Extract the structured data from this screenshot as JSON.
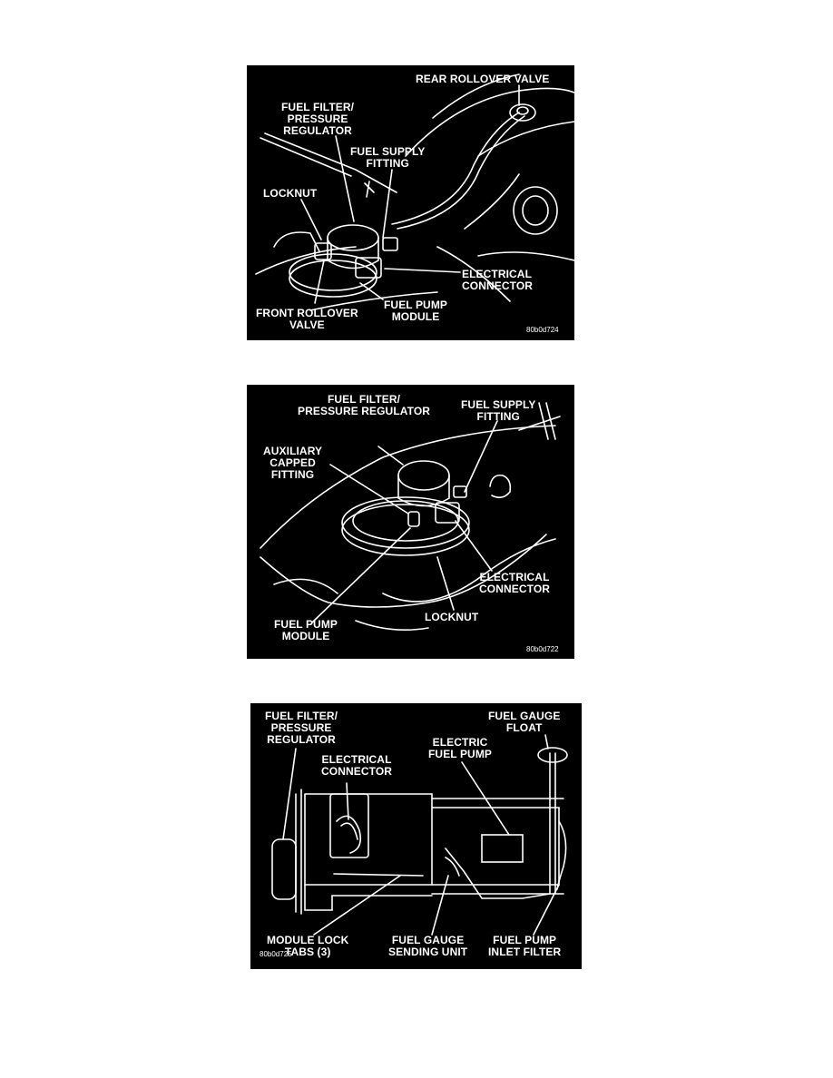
{
  "figures": [
    {
      "code": "80b0d724",
      "labels": {
        "rear_rollover_valve": "REAR ROLLOVER VALVE",
        "fuel_filter": "FUEL FILTER/\nPRESSURE\nREGULATOR",
        "fuel_supply_fitting": "FUEL SUPPLY\nFITTING",
        "locknut": "LOCKNUT",
        "electrical_connector": "ELECTRICAL\nCONNECTOR",
        "fuel_pump_module": "FUEL PUMP\nMODULE",
        "front_rollover_valve": "FRONT ROLLOVER\nVALVE"
      }
    },
    {
      "code": "80b0d722",
      "labels": {
        "fuel_filter": "FUEL FILTER/\nPRESSURE REGULATOR",
        "fuel_supply_fitting": "FUEL SUPPLY\nFITTING",
        "auxiliary_capped_fitting": "AUXILIARY\nCAPPED\nFITTING",
        "electrical_connector": "ELECTRICAL\nCONNECTOR",
        "fuel_pump_module": "FUEL PUMP\nMODULE",
        "locknut": "LOCKNUT"
      }
    },
    {
      "code": "80b0d725",
      "labels": {
        "fuel_filter": "FUEL FILTER/\nPRESSURE\nREGULATOR",
        "fuel_gauge_float": "FUEL GAUGE\nFLOAT",
        "electrical_connector": "ELECTRICAL\nCONNECTOR",
        "electric_fuel_pump": "ELECTRIC\nFUEL PUMP",
        "module_lock_tabs": "MODULE LOCK\nTABS (3)",
        "fuel_gauge_sending_unit": "FUEL GAUGE\nSENDING UNIT",
        "fuel_pump_inlet_filter": "FUEL PUMP\nINLET FILTER"
      }
    }
  ]
}
